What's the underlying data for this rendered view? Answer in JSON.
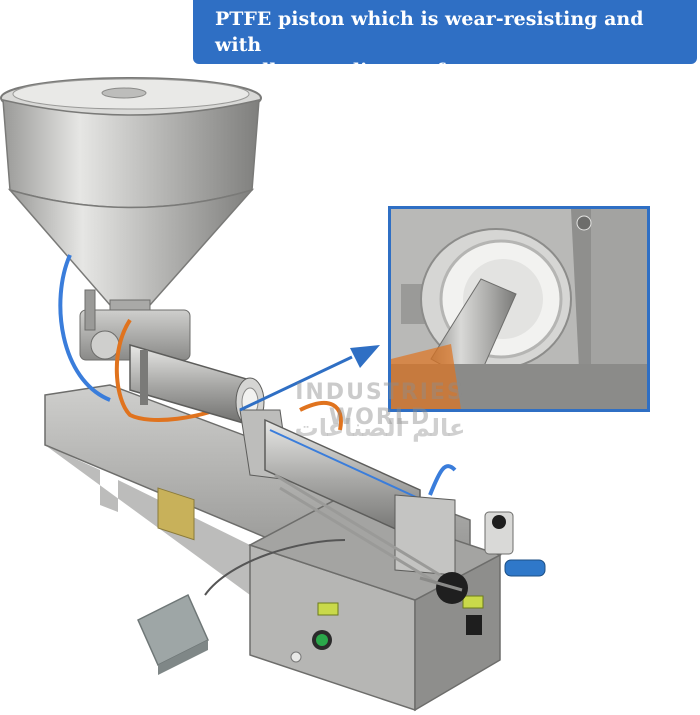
{
  "banner": {
    "line1": "PTFE piston which is wear-resisting and with",
    "line2": "excellent sealing performance"
  },
  "watermark": {
    "english": "INDUSTRIES WORLD",
    "arabic": "عالم الصناعات"
  },
  "colors": {
    "accent": "#2f6fc4",
    "steel": "#b3b3b1",
    "steel_dark": "#7b7b79",
    "ptfe": "#f2f2f0",
    "hose_blue": "#3a7ddb",
    "hose_orange": "#e0731e",
    "pedal": "#9ea6a6",
    "button_green": "#2aa84a"
  }
}
